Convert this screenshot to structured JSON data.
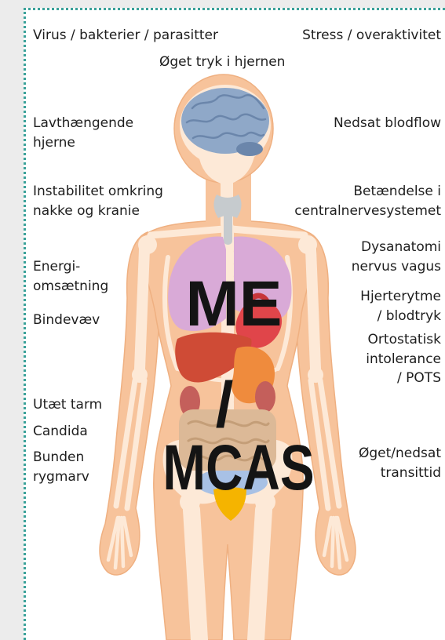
{
  "labels": {
    "virus": "Virus / bakterier / parasitter",
    "stress": "Stress / overaktivitet",
    "tryk": "Øget tryk i hjernen",
    "lavthaengende": [
      "Lavthængende",
      "hjerne"
    ],
    "blodflow": "Nedsat blodflow",
    "instabilitet": [
      "Instabilitet omkring",
      "nakke og kranie"
    ],
    "betaendelse": [
      "Betændelse i",
      "centralnervesystemet"
    ],
    "dysanatomi": [
      "Dysanatomi",
      "nervus vagus"
    ],
    "energi": [
      "Energi-",
      "omsætning"
    ],
    "hjerterytme": [
      "Hjerterytme",
      "/ blodtryk"
    ],
    "bindevaev": "Bindevæv",
    "ortostatisk": [
      "Ortostatisk",
      "intolerance",
      "/ POTS"
    ],
    "utaet_tarm": "Utæt tarm",
    "candida": "Candida",
    "bunden": [
      "Bunden",
      "rygmarv"
    ],
    "transittid": [
      "Øget/nedsat",
      "transittid"
    ]
  },
  "center_title": {
    "line1": "ME",
    "line2": "/",
    "line3": "MCAS"
  },
  "colors": {
    "frame_border": "#3aa199",
    "skin": "#f7c39b",
    "skin_edge": "#efb081",
    "bone": "#fde9d7",
    "brain": "#8fa8c8",
    "brain_fold": "#6b86ab",
    "thyroid": "#c6cbce",
    "lungs": "#d9aad7",
    "heart": "#e0454a",
    "heart_dark": "#c7363b",
    "liver": "#cf4b36",
    "stomach": "#ef8b3d",
    "kidneys": "#c45f5b",
    "intestines": "#dcb997",
    "intestine_fold": "#c49e78",
    "pelvis": "#a8c1e5",
    "bladder": "#f5b400"
  }
}
